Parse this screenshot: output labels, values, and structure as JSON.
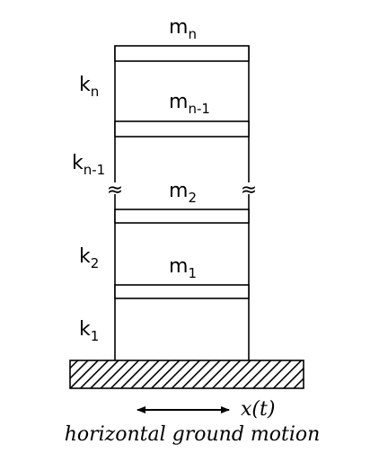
{
  "diagram": {
    "floors": {
      "n": {
        "mass_base": "m",
        "mass_sub": "n",
        "spring_base": "k",
        "spring_sub": "n"
      },
      "n_1": {
        "mass_base": "m",
        "mass_sub": "n-1",
        "spring_base": "k",
        "spring_sub": "n-1"
      },
      "f2": {
        "mass_base": "m",
        "mass_sub": "2",
        "spring_base": "k",
        "spring_sub": "2"
      },
      "f1": {
        "mass_base": "m",
        "mass_sub": "1",
        "spring_base": "k",
        "spring_sub": "1"
      }
    },
    "break_symbol": "≈",
    "excitation": {
      "symbol": "x(t)",
      "caption": "horizontal ground motion"
    }
  },
  "colors": {
    "line": "#000000",
    "background": "#ffffff"
  }
}
